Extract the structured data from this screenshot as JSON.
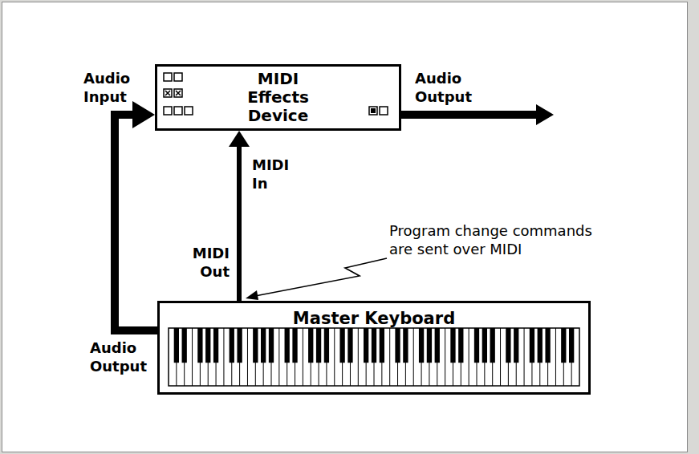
{
  "diagram": {
    "nodes": [
      {
        "text": [
          "MIDI Effects Device"
        ]
      },
      {
        "text": [
          "Master Keyboard"
        ]
      }
    ],
    "edges": [
      {
        "from": 1,
        "to": 0,
        "arrow": "to"
      },
      {
        "from": 1,
        "to": 0,
        "arrow": "to"
      }
    ],
    "labels": [
      "Audio Input",
      "Audio Output",
      "MIDI In",
      "Program change commands are sent over MIDI",
      "MIDI Out",
      "Audio Output"
    ]
  }
}
